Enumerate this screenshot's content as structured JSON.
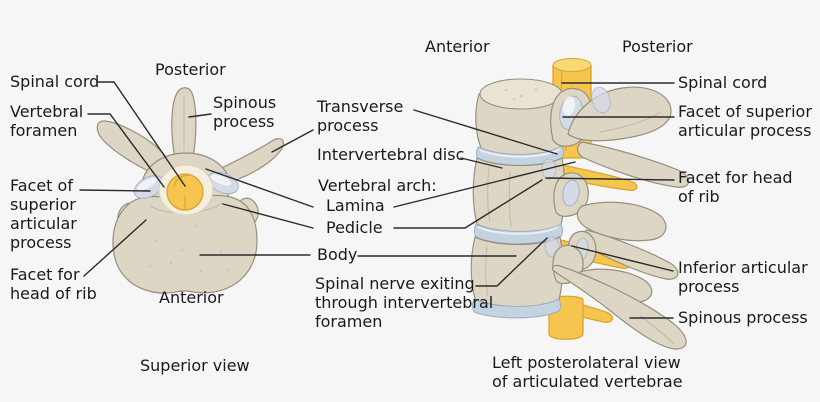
{
  "figure": {
    "left_view": {
      "orientation_top": "Posterior",
      "orientation_bottom": "Anterior",
      "caption": "Superior view",
      "labels": {
        "spinal_cord": "Spinal cord",
        "vertebral_foramen": "Vertebral\nforamen",
        "spinous_process": "Spinous\nprocess",
        "facet_superior_articular": "Facet of\nsuperior\narticular\nprocess",
        "facet_head_rib": "Facet for\nhead of rib"
      }
    },
    "middle_labels": {
      "transverse_process": "Transverse\nprocess",
      "intervertebral_disc": "Intervertebral disc",
      "vertebral_arch": "Vertebral arch:",
      "lamina": "Lamina",
      "pedicle": "Pedicle",
      "body": "Body",
      "spinal_nerve": "Spinal nerve exiting\nthrough intervertebral\nforamen"
    },
    "right_view": {
      "orientation_left": "Anterior",
      "orientation_right": "Posterior",
      "caption": "Left posterolateral view\nof articulated vertebrae",
      "labels": {
        "spinal_cord": "Spinal cord",
        "facet_superior_articular": "Facet of superior\narticular process",
        "facet_head_rib": "Facet for head\nof rib",
        "inferior_articular": "Inferior articular\nprocess",
        "spinous_process": "Spinous process"
      }
    },
    "colors": {
      "background": "#f6f6f6",
      "bone": "#ddd6c4",
      "bone_outline": "#95907e",
      "bone_top": "#e9e3d1",
      "bone_shade": "#c6bda7",
      "cord_yellow": "#f5c54e",
      "cord_outline": "#d9a433",
      "facet_blue": "#d4dbe6",
      "facet_outline": "#a8b2c1",
      "disc_blue": "#c3d3e0",
      "disc_outline": "#9db0c0",
      "ring_cream": "#f3eedd",
      "leader_line": "#2b2b2b",
      "text": "#1a1a1a"
    }
  }
}
